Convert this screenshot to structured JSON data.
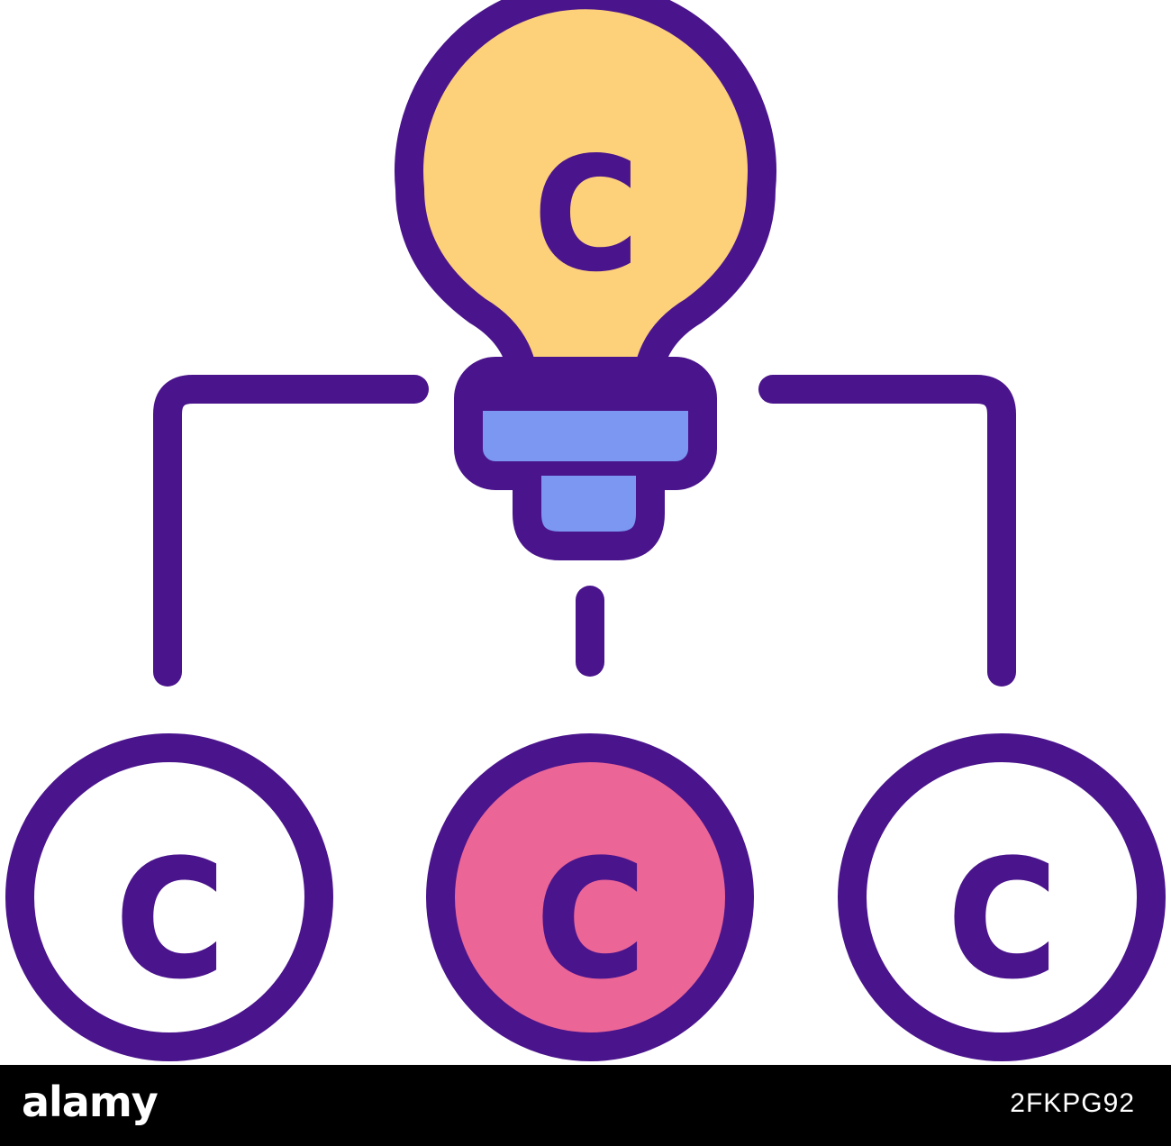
{
  "colors": {
    "outline": "#4a148c",
    "bulb_fill": "#fdd07a",
    "bulb_base_fill": "#7b97f2",
    "center_circle_fill": "#ec6597",
    "side_circle_fill": "#ffffff",
    "footer_bg": "#000000",
    "footer_text": "#ffffff"
  },
  "icons": [
    "lightbulb-icon",
    "copyright-icon"
  ],
  "bulb": {
    "letter": "c"
  },
  "circles": [
    {
      "name": "left",
      "letter": "c"
    },
    {
      "name": "center",
      "letter": "c"
    },
    {
      "name": "right",
      "letter": "c"
    }
  ],
  "footer": {
    "brand": "alamy",
    "image_id": "2FKPG92"
  }
}
